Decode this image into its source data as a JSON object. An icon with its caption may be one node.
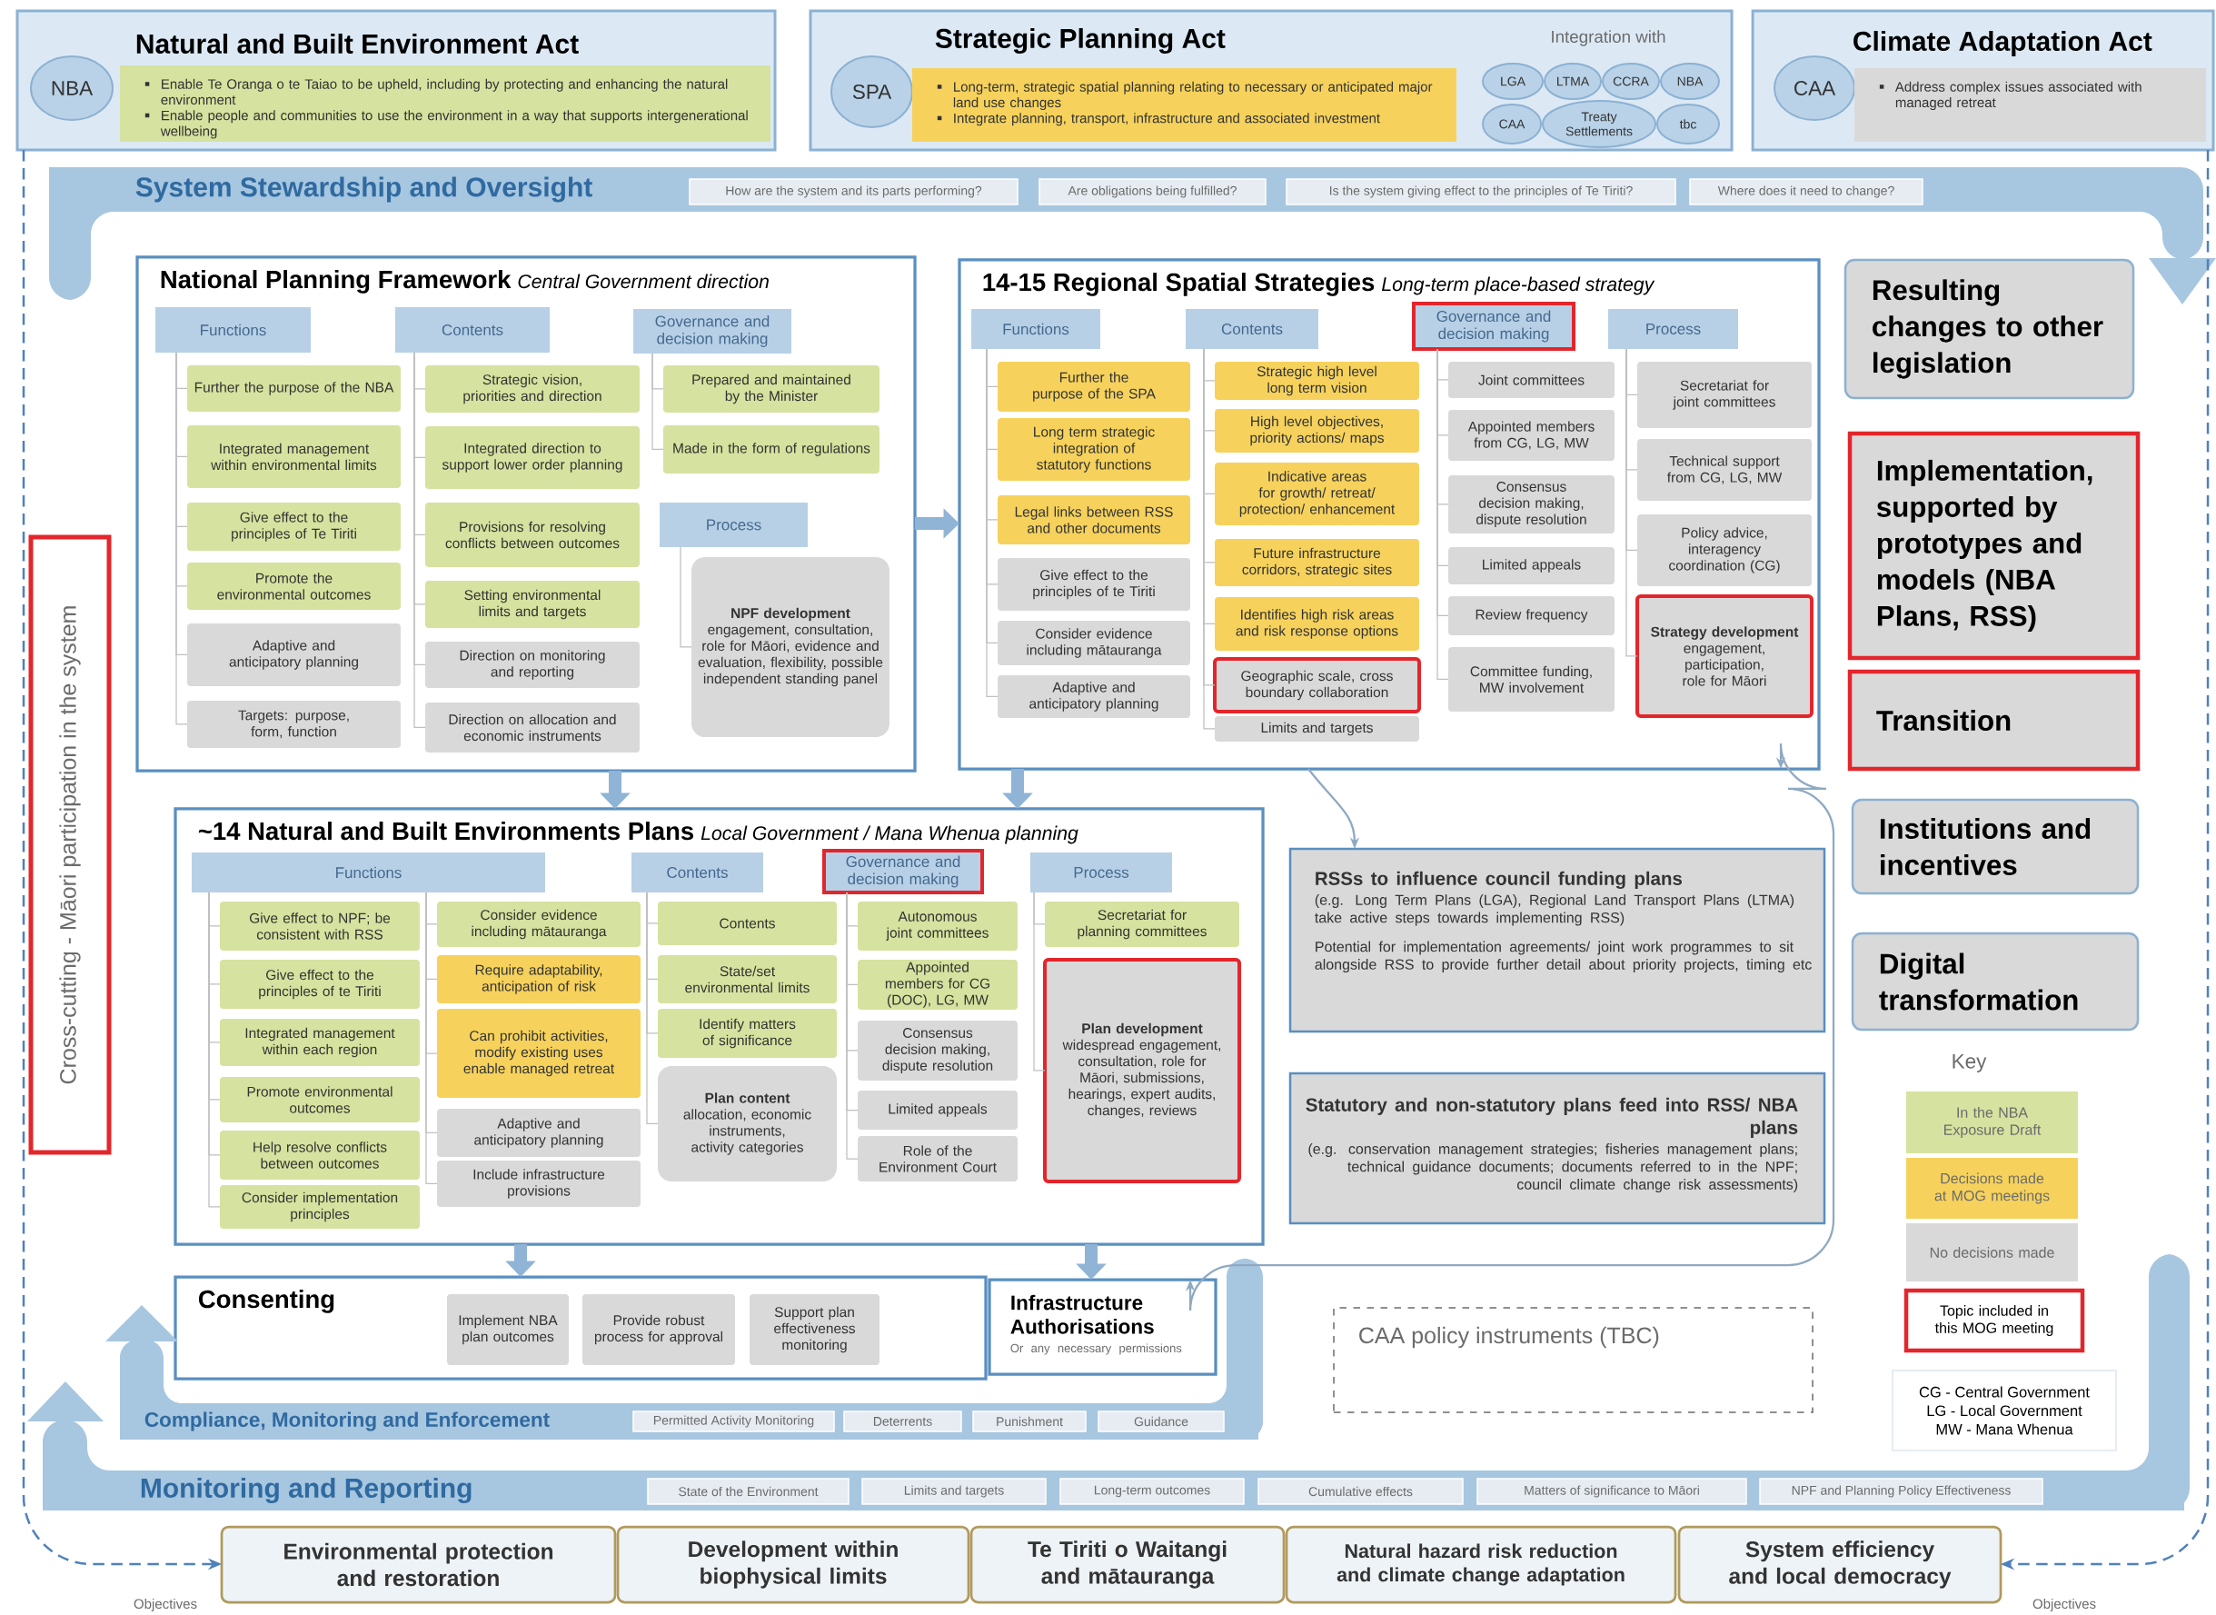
{
  "diagram": {
    "nodes": [
      {
        "text": [
          "Natural and Built Environment Act"
        ]
      },
      {
        "text": [
          "NBA"
        ],
        "in": 0
      },
      {
        "text": [
          "Enable Te Oranga o te Taiao to be upheld, including by protecting and enhancing the natural environment",
          "Enable people and communities to use the environment in a way that supports intergenerational wellbeing"
        ],
        "in": 0
      },
      {
        "text": [
          "Strategic Planning Act",
          "Integration with"
        ]
      },
      {
        "text": [
          "SPA"
        ],
        "in": 3
      },
      {
        "text": [
          "Long-term, strategic spatial planning relating to necessary or anticipated major land use changes",
          "Integrate planning, transport, infrastructure and associated investment"
        ],
        "in": 3
      },
      {
        "text": [
          "LGA"
        ],
        "in": 3
      },
      {
        "text": [
          "LTMA"
        ],
        "in": 3
      },
      {
        "text": [
          "CCRA"
        ],
        "in": 3
      },
      {
        "text": [
          "NBA"
        ],
        "in": 3
      },
      {
        "text": [
          "CAA"
        ],
        "in": 3
      },
      {
        "text": [
          "Treaty Settlements"
        ],
        "in": 3
      },
      {
        "text": [
          "tbc"
        ],
        "in": 3
      },
      {
        "text": [
          "Climate Adaptation Act"
        ]
      },
      {
        "text": [
          "CAA"
        ],
        "in": 13
      },
      {
        "text": [
          "Address complex issues associated with managed retreat"
        ],
        "in": 13
      },
      {
        "text": [
          "System Stewardship and Oversight"
        ]
      },
      {
        "text": [
          "How are the system and its parts performing?"
        ],
        "in": 16
      },
      {
        "text": [
          "Are obligations being fulfilled?"
        ],
        "in": 16
      },
      {
        "text": [
          "Is the system giving effect to the principles of Te Tiriti?"
        ],
        "in": 16
      },
      {
        "text": [
          "Where does it need to change?"
        ],
        "in": 16
      },
      {
        "text": [
          "National Planning Framework",
          "Central Government direction"
        ]
      },
      {
        "text": [
          "Functions"
        ],
        "in": 21
      },
      {
        "text": [
          "Further the purpose of the NBA"
        ],
        "in": 21
      },
      {
        "text": [
          "Integrated management within environmental limits"
        ],
        "in": 21
      },
      {
        "text": [
          "Give effect to the principles of Te Tiriti"
        ],
        "in": 21
      },
      {
        "text": [
          "Promote the environmental outcomes"
        ],
        "in": 21
      },
      {
        "text": [
          "Adaptive and anticipatory planning"
        ],
        "in": 21
      },
      {
        "text": [
          "Targets: purpose, form, function"
        ],
        "in": 21
      },
      {
        "text": [
          "Contents"
        ],
        "in": 21
      },
      {
        "text": [
          "Strategic vision, priorities and direction"
        ],
        "in": 21
      },
      {
        "text": [
          "Integrated direction to support lower order planning"
        ],
        "in": 21
      },
      {
        "text": [
          "Provisions for resolving conflicts between outcomes"
        ],
        "in": 21
      },
      {
        "text": [
          "Setting environmental limits and targets"
        ],
        "in": 21
      },
      {
        "text": [
          "Direction on monitoring and reporting"
        ],
        "in": 21
      },
      {
        "text": [
          "Direction on allocation and economic instruments"
        ],
        "in": 21
      },
      {
        "text": [
          "Governance and decision making"
        ],
        "in": 21
      },
      {
        "text": [
          "Prepared and maintained by the Minister"
        ],
        "in": 21
      },
      {
        "text": [
          "Made in the form of regulations"
        ],
        "in": 21
      },
      {
        "text": [
          "Process"
        ],
        "in": 21
      },
      {
        "text": [
          "NPF development",
          "engagement, consultation, role for Māori, evidence and evaluation, flexibility, possible independent standing panel"
        ],
        "in": 21
      },
      {
        "text": [
          "14-15 Regional Spatial Strategies",
          "Long-term place-based strategy"
        ]
      },
      {
        "text": [
          "Functions"
        ],
        "in": 41
      },
      {
        "text": [
          "Further the purpose of the SPA"
        ],
        "in": 41
      },
      {
        "text": [
          "Long term strategic integration of statutory functions"
        ],
        "in": 41
      },
      {
        "text": [
          "Legal links between RSS and other documents"
        ],
        "in": 41
      },
      {
        "text": [
          "Give effect to the principles of te Tiriti"
        ],
        "in": 41
      },
      {
        "text": [
          "Consider evidence including mātauranga"
        ],
        "in": 41
      },
      {
        "text": [
          "Adaptive and anticipatory planning"
        ],
        "in": 41
      },
      {
        "text": [
          "Contents"
        ],
        "in": 41
      },
      {
        "text": [
          "Strategic high level long term vision"
        ],
        "in": 41
      },
      {
        "text": [
          "High level objectives, priority actions/ maps"
        ],
        "in": 41
      },
      {
        "text": [
          "Indicative areas for growth/ retreat/ protection/ enhancement"
        ],
        "in": 41
      },
      {
        "text": [
          "Future infrastructure corridors, strategic sites"
        ],
        "in": 41
      },
      {
        "text": [
          "Identifies high risk areas and risk response options"
        ],
        "in": 41
      },
      {
        "text": [
          "Geographic scale, cross boundary collaboration"
        ],
        "in": 41
      },
      {
        "text": [
          "Limits and targets"
        ],
        "in": 41
      },
      {
        "text": [
          "Governance and decision making"
        ],
        "in": 41
      },
      {
        "text": [
          "Joint committees"
        ],
        "in": 41
      },
      {
        "text": [
          "Appointed members from CG, LG, MW"
        ],
        "in": 41
      },
      {
        "text": [
          "Consensus decision making, dispute resolution"
        ],
        "in": 41
      },
      {
        "text": [
          "Limited appeals"
        ],
        "in": 41
      },
      {
        "text": [
          "Review frequency"
        ],
        "in": 41
      },
      {
        "text": [
          "Committee funding, MW involvement"
        ],
        "in": 41
      },
      {
        "text": [
          "Process"
        ],
        "in": 41
      },
      {
        "text": [
          "Secretariat for joint committees"
        ],
        "in": 41
      },
      {
        "text": [
          "Technical support from CG, LG, MW"
        ],
        "in": 41
      },
      {
        "text": [
          "Policy advice, interagency coordination (CG)"
        ],
        "in": 41
      },
      {
        "text": [
          "Strategy development",
          "engagement, participation, role for Māori"
        ],
        "in": 41
      },
      {
        "text": [
          "Resulting changes to other legislation"
        ]
      },
      {
        "text": [
          "Implementation, supported by prototypes and models (NBA Plans, RSS)"
        ]
      },
      {
        "text": [
          "Transition"
        ]
      },
      {
        "text": [
          "~14 Natural and Built Environments Plans",
          "Local Government / Mana Whenua planning"
        ]
      },
      {
        "text": [
          "Functions"
        ],
        "in": 72
      },
      {
        "text": [
          "Give effect to NPF; be consistent with RSS"
        ],
        "in": 72
      },
      {
        "text": [
          "Give effect to the principles of te Tiriti"
        ],
        "in": 72
      },
      {
        "text": [
          "Integrated management within each region"
        ],
        "in": 72
      },
      {
        "text": [
          "Promote environmental outcomes"
        ],
        "in": 72
      },
      {
        "text": [
          "Help resolve conflicts between outcomes"
        ],
        "in": 72
      },
      {
        "text": [
          "Consider implementation principles"
        ],
        "in": 72
      },
      {
        "text": [
          "Consider evidence including mātauranga"
        ],
        "in": 72
      },
      {
        "text": [
          "Require adaptability, anticipation of risk"
        ],
        "in": 72
      },
      {
        "text": [
          "Can prohibit activities, modify existing uses enable managed retreat"
        ],
        "in": 72
      },
      {
        "text": [
          "Adaptive and anticipatory planning"
        ],
        "in": 72
      },
      {
        "text": [
          "Include infrastructure provisions"
        ],
        "in": 72
      },
      {
        "text": [
          "Contents"
        ],
        "in": 72
      },
      {
        "text": [
          "Contents"
        ],
        "in": 72
      },
      {
        "text": [
          "State/set environmental limits"
        ],
        "in": 72
      },
      {
        "text": [
          "Identify matters of significance"
        ],
        "in": 72
      },
      {
        "text": [
          "Plan content",
          "allocation, economic instruments, activity categories"
        ],
        "in": 72
      },
      {
        "text": [
          "Governance and decision making"
        ],
        "in": 72
      },
      {
        "text": [
          "Autonomous joint committees"
        ],
        "in": 72
      },
      {
        "text": [
          "Appointed members for CG (DOC), LG, MW"
        ],
        "in": 72
      },
      {
        "text": [
          "Consensus decision making, dispute resolution"
        ],
        "in": 72
      },
      {
        "text": [
          "Limited appeals"
        ],
        "in": 72
      },
      {
        "text": [
          "Role of the Environment Court"
        ],
        "in": 72
      },
      {
        "text": [
          "Process"
        ],
        "in": 72
      },
      {
        "text": [
          "Secretariat for planning committees"
        ],
        "in": 72
      },
      {
        "text": [
          "Plan development",
          "widespread engagement, consultation, role for Māori, submissions, hearings, expert audits, changes, reviews"
        ],
        "in": 72
      },
      {
        "text": [
          "RSSs to influence council funding plans",
          "(e.g. Long Term Plans (LGA), Regional Land Transport Plans (LTMA) take active steps towards implementing RSS)",
          "Potential for implementation agreements/ joint work programmes to sit alongside RSS to provide further detail about priority projects, timing etc"
        ]
      },
      {
        "text": [
          "Statutory and non-statutory plans feed into RSS/ NBA plans",
          "(e.g. conservation management strategies; fisheries management plans; technical guidance documents; documents referred to in the NPF; council climate change risk assessments)"
        ]
      },
      {
        "text": [
          "Institutions and incentives"
        ]
      },
      {
        "text": [
          "Digital transformation"
        ]
      },
      {
        "text": [
          "Consenting"
        ]
      },
      {
        "text": [
          "Implement NBA plan outcomes"
        ],
        "in": 103
      },
      {
        "text": [
          "Provide robust process for approval"
        ],
        "in": 103
      },
      {
        "text": [
          "Support plan effectiveness monitoring"
        ],
        "in": 103
      },
      {
        "text": [
          "Infrastructure Authorisations",
          "Or any necessary permissions"
        ]
      },
      {
        "text": [
          "Compliance, Monitoring and Enforcement"
        ]
      },
      {
        "text": [
          "Permitted Activity Monitoring"
        ],
        "in": 108
      },
      {
        "text": [
          "Deterrents"
        ],
        "in": 108
      },
      {
        "text": [
          "Punishment"
        ],
        "in": 108
      },
      {
        "text": [
          "Guidance"
        ],
        "in": 108
      },
      {
        "text": [
          "Monitoring and Reporting"
        ]
      },
      {
        "text": [
          "State of the Environment"
        ],
        "in": 113
      },
      {
        "text": [
          "Limits and targets"
        ],
        "in": 113
      },
      {
        "text": [
          "Long-term outcomes"
        ],
        "in": 113
      },
      {
        "text": [
          "Cumulative effects"
        ],
        "in": 113
      },
      {
        "text": [
          "Matters of significance to Māori"
        ],
        "in": 113
      },
      {
        "text": [
          "NPF and Planning Policy Effectiveness"
        ],
        "in": 113
      },
      {
        "text": [
          "CAA policy instruments (TBC)"
        ]
      },
      {
        "text": [
          "CG - Central Government",
          "LG - Local Government",
          "MW - Mana Whenua"
        ]
      },
      {
        "text": [
          "Cross-cutting - Māori participation in the system"
        ]
      },
      {
        "text": [
          "Environmental protection and restoration"
        ]
      },
      {
        "text": [
          "Development within biophysical limits"
        ]
      },
      {
        "text": [
          "Te Tiriti o Waitangi and mātauranga"
        ]
      },
      {
        "text": [
          "Natural hazard risk reduction and climate change adaptation"
        ]
      },
      {
        "text": [
          "System efficiency and local democracy"
        ]
      }
    ],
    "edges": [
      {
        "from": 21,
        "to": 41,
        "arrow": "to",
        "style": "thick",
        "color": "#8fb4d6"
      },
      {
        "from": 21,
        "to": 72,
        "arrow": "to",
        "style": "thick",
        "color": "#8fb4d6"
      },
      {
        "from": 41,
        "to": 72,
        "arrow": "to",
        "style": "thick",
        "color": "#8fb4d6"
      },
      {
        "from": 72,
        "to": 103,
        "arrow": "to",
        "style": "thick",
        "color": "#8fb4d6"
      },
      {
        "from": 72,
        "to": 107,
        "arrow": "to",
        "style": "thick",
        "color": "#8fb4d6"
      },
      {
        "from": 41,
        "to": 99,
        "arrow": "to",
        "color": "#8fa9c2"
      },
      {
        "from": 41,
        "to": 107,
        "arrow": "both",
        "color": "#8fa9c2"
      },
      {
        "from": 0,
        "to": 123,
        "arrow": "to",
        "style": "dashed",
        "color": "#4f81bd"
      },
      {
        "from": 13,
        "to": 127,
        "arrow": "to",
        "style": "dashed",
        "color": "#4f81bd"
      },
      {
        "from": 22,
        "to": 23,
        "arrow": "none"
      },
      {
        "from": 22,
        "to": 24,
        "arrow": "none"
      },
      {
        "from": 22,
        "to": 25,
        "arrow": "none"
      },
      {
        "from": 22,
        "to": 26,
        "arrow": "none"
      },
      {
        "from": 22,
        "to": 27,
        "arrow": "none"
      },
      {
        "from": 22,
        "to": 28,
        "arrow": "none"
      },
      {
        "from": 29,
        "to": 30,
        "arrow": "none"
      },
      {
        "from": 29,
        "to": 31,
        "arrow": "none"
      },
      {
        "from": 29,
        "to": 32,
        "arrow": "none"
      },
      {
        "from": 29,
        "to": 33,
        "arrow": "none"
      },
      {
        "from": 29,
        "to": 34,
        "arrow": "none"
      },
      {
        "from": 29,
        "to": 35,
        "arrow": "none"
      },
      {
        "from": 36,
        "to": 37,
        "arrow": "none"
      },
      {
        "from": 36,
        "to": 38,
        "arrow": "none"
      },
      {
        "from": 39,
        "to": 40,
        "arrow": "none"
      },
      {
        "from": 42,
        "to": 43,
        "arrow": "none"
      },
      {
        "from": 42,
        "to": 44,
        "arrow": "none"
      },
      {
        "from": 42,
        "to": 45,
        "arrow": "none"
      },
      {
        "from": 42,
        "to": 46,
        "arrow": "none"
      },
      {
        "from": 42,
        "to": 47,
        "arrow": "none"
      },
      {
        "from": 42,
        "to": 48,
        "arrow": "none"
      },
      {
        "from": 49,
        "to": 50,
        "arrow": "none"
      },
      {
        "from": 49,
        "to": 51,
        "arrow": "none"
      },
      {
        "from": 49,
        "to": 52,
        "arrow": "none"
      },
      {
        "from": 49,
        "to": 53,
        "arrow": "none"
      },
      {
        "from": 49,
        "to": 54,
        "arrow": "none"
      },
      {
        "from": 49,
        "to": 55,
        "arrow": "none"
      },
      {
        "from": 49,
        "to": 56,
        "arrow": "none"
      },
      {
        "from": 57,
        "to": 58,
        "arrow": "none"
      },
      {
        "from": 57,
        "to": 59,
        "arrow": "none"
      },
      {
        "from": 57,
        "to": 60,
        "arrow": "none"
      },
      {
        "from": 57,
        "to": 61,
        "arrow": "none"
      },
      {
        "from": 57,
        "to": 62,
        "arrow": "none"
      },
      {
        "from": 57,
        "to": 63,
        "arrow": "none"
      },
      {
        "from": 64,
        "to": 65,
        "arrow": "none"
      },
      {
        "from": 64,
        "to": 66,
        "arrow": "none"
      },
      {
        "from": 64,
        "to": 67,
        "arrow": "none"
      },
      {
        "from": 64,
        "to": 68,
        "arrow": "none"
      },
      {
        "from": 73,
        "to": 74,
        "arrow": "none"
      },
      {
        "from": 73,
        "to": 75,
        "arrow": "none"
      },
      {
        "from": 73,
        "to": 76,
        "arrow": "none"
      },
      {
        "from": 73,
        "to": 77,
        "arrow": "none"
      },
      {
        "from": 73,
        "to": 78,
        "arrow": "none"
      },
      {
        "from": 73,
        "to": 79,
        "arrow": "none"
      },
      {
        "from": 73,
        "to": 80,
        "arrow": "none"
      },
      {
        "from": 73,
        "to": 81,
        "arrow": "none"
      },
      {
        "from": 73,
        "to": 82,
        "arrow": "none"
      },
      {
        "from": 73,
        "to": 83,
        "arrow": "none"
      },
      {
        "from": 73,
        "to": 84,
        "arrow": "none"
      },
      {
        "from": 85,
        "to": 86,
        "arrow": "none"
      },
      {
        "from": 85,
        "to": 87,
        "arrow": "none"
      },
      {
        "from": 85,
        "to": 88,
        "arrow": "none"
      },
      {
        "from": 85,
        "to": 89,
        "arrow": "none"
      },
      {
        "from": 90,
        "to": 91,
        "arrow": "none"
      },
      {
        "from": 90,
        "to": 92,
        "arrow": "none"
      },
      {
        "from": 90,
        "to": 93,
        "arrow": "none"
      },
      {
        "from": 90,
        "to": 94,
        "arrow": "none"
      },
      {
        "from": 90,
        "to": 95,
        "arrow": "none"
      },
      {
        "from": 96,
        "to": 97,
        "arrow": "none"
      },
      {
        "from": 96,
        "to": 98,
        "arrow": "none"
      }
    ],
    "labels": [
      "Key",
      "Objectives",
      "Objectives"
    ],
    "legend": [
      {
        "text": "In the NBA Exposure Draft",
        "color": "#d6e29f"
      },
      {
        "text": "Decisions made at MOG meetings",
        "color": "#f6d25c"
      },
      {
        "text": "No decisions made",
        "color": "#d9d9d9"
      },
      {
        "text": "Topic included in this MOG meeting"
      }
    ]
  }
}
